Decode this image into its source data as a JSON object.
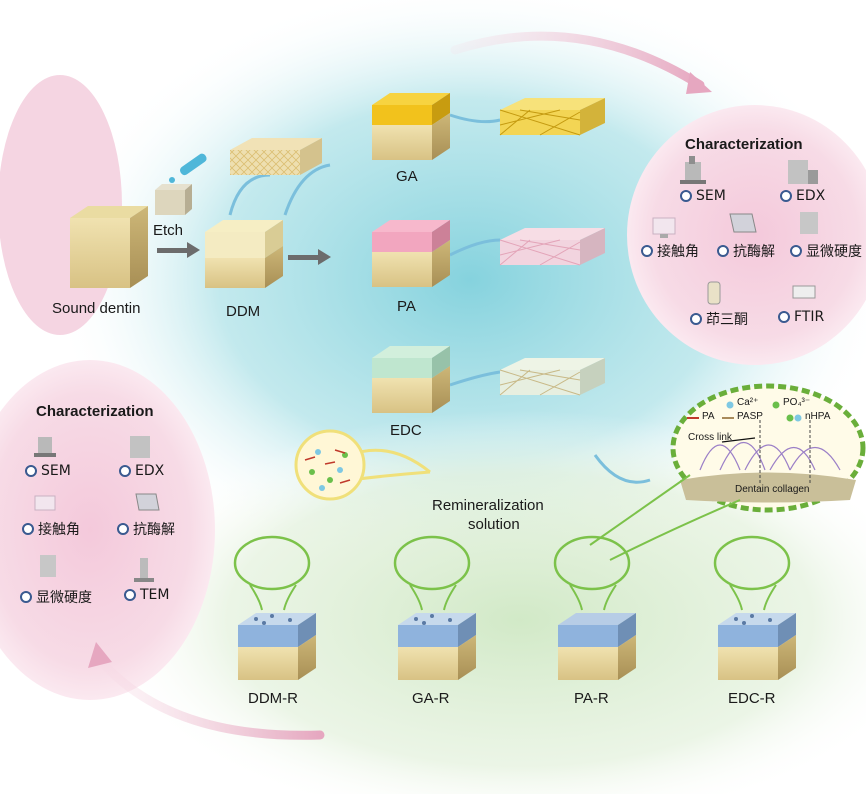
{
  "colors": {
    "accent_pink": "#f1c6d8",
    "accent_teal": "#8fd3dc",
    "accent_green": "#cfe7c2",
    "circle_green": "#7cc24a",
    "cube_sand": "#e7d39a",
    "ga_yellow": "#f2c21c",
    "pa_pink": "#f2a6bf",
    "edc_mint": "#bfe6cf",
    "remin_blue": "#8fb3dd"
  },
  "labels": {
    "sound_dentin": "Sound dentin",
    "etch": "Etch",
    "ddm": "DDM",
    "ga": "GA",
    "pa": "PA",
    "edc": "EDC",
    "remin_line1": "Remineralization",
    "remin_line2": "solution",
    "ddm_r": "DDM-R",
    "ga_r": "GA-R",
    "pa_r": "PA-R",
    "edc_r": "EDC-R"
  },
  "char_right": {
    "title": "Characterization",
    "items": [
      "SEM",
      "EDX",
      "接触角",
      "抗酶解",
      "显微硬度",
      "茚三酮",
      "FTIR"
    ]
  },
  "char_left": {
    "title": "Characterization",
    "items": [
      "SEM",
      "EDX",
      "接触角",
      "抗酶解",
      "显微硬度",
      "TEM"
    ]
  },
  "inset": {
    "legend_ca": "Ca²⁺",
    "legend_po": "PO₄³⁻",
    "legend_pa": "PA",
    "legend_pasp": "PASP",
    "legend_nhpa": "nHPA",
    "cross_link": "Cross link",
    "collagen": "Dentain collagen"
  },
  "icons": [
    "sem-icon",
    "edx-icon",
    "contact-angle-icon",
    "enzyme-icon",
    "microhardness-icon",
    "ninhydrin-icon",
    "ftir-icon",
    "tem-icon"
  ]
}
